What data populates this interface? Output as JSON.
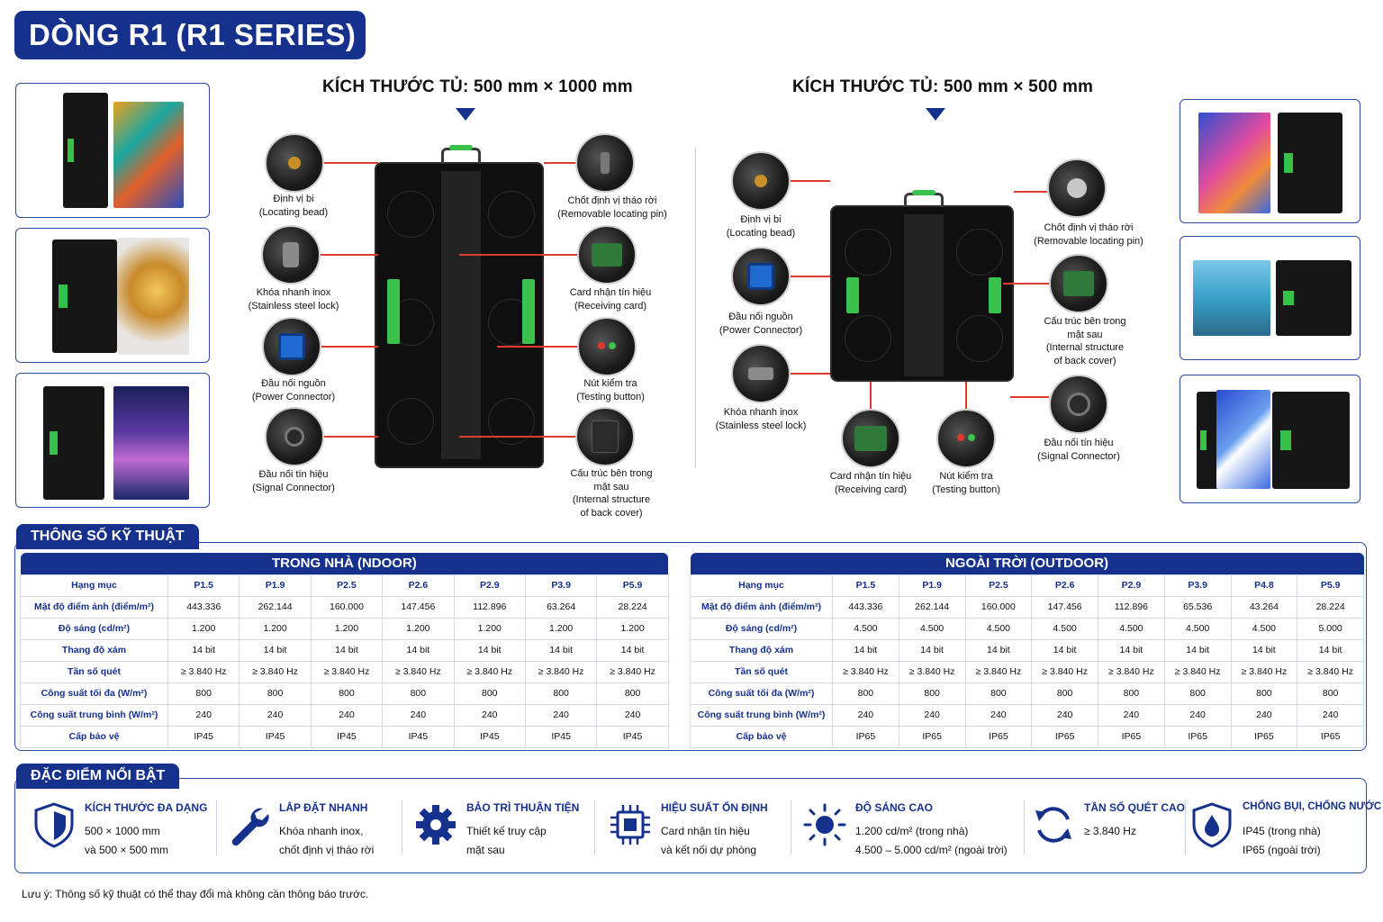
{
  "title": "DÒNG R1 (R1 SERIES)",
  "left_diagram": {
    "heading": "KÍCH THƯỚC TỦ: 500 mm × 1000 mm",
    "callouts": [
      {
        "vi": "Định vị bi",
        "en": "(Locating bead)",
        "icon": "locating-bead"
      },
      {
        "vi": "Khóa nhanh inox",
        "en": "(Stainless steel lock)",
        "icon": "stainless-lock"
      },
      {
        "vi": "Đầu nối nguồn",
        "en": "(Power Connector)",
        "icon": "power-connector"
      },
      {
        "vi": "Đầu nối tín hiệu",
        "en": "(Signal Connector)",
        "icon": "signal-connector"
      },
      {
        "vi": "Chốt định vị tháo rời",
        "en": "(Removable locating pin)",
        "icon": "locating-pin"
      },
      {
        "vi": "Card nhận tín hiệu",
        "en": "(Receiving card)",
        "icon": "receiving-card"
      },
      {
        "vi": "Nút kiểm tra",
        "en": "(Testing button)",
        "icon": "testing-button"
      },
      {
        "vi": "Cấu trúc bên trong",
        "vi2": "mặt sau",
        "en": "(Internal structure",
        "en2": "of back cover)",
        "icon": "internal-structure"
      }
    ]
  },
  "right_diagram": {
    "heading": "KÍCH THƯỚC TỦ: 500 mm × 500 mm",
    "callouts": [
      {
        "vi": "Định vị bi",
        "en": "(Locating bead)",
        "icon": "locating-bead"
      },
      {
        "vi": "Đầu nối nguồn",
        "en": "(Power Connector)",
        "icon": "power-connector"
      },
      {
        "vi": "Khóa nhanh inox",
        "en": "(Stainless steel lock)",
        "icon": "stainless-lock"
      },
      {
        "vi": "Card nhận tín hiệu",
        "en": "(Receiving card)",
        "icon": "receiving-card"
      },
      {
        "vi": "Nút kiểm tra",
        "en": "(Testing button)",
        "icon": "testing-button"
      },
      {
        "vi": "Chốt định vị tháo rời",
        "en": "(Removable locating pin)",
        "icon": "locating-pin"
      },
      {
        "vi": "Cấu trúc bên trong",
        "vi2": "mặt sau",
        "en": "(Internal structure",
        "en2": "of back cover)",
        "icon": "internal-structure"
      },
      {
        "vi": "Đầu nối tín hiệu",
        "en": "(Signal Connector)",
        "icon": "signal-connector"
      }
    ]
  },
  "specs_heading": "THÔNG SỐ KỸ THUẬT",
  "indoor": {
    "title": "TRONG NHÀ (NDOOR)",
    "header": [
      "Hạng mục",
      "P1.5",
      "P1.9",
      "P2.5",
      "P2.6",
      "P2.9",
      "P3.9",
      "P5.9"
    ],
    "rows": [
      [
        "Mật độ điểm ảnh (điểm/m²)",
        "443.336",
        "262.144",
        "160.000",
        "147.456",
        "112.896",
        "63.264",
        "28.224"
      ],
      [
        "Độ sáng (cd/m²)",
        "1.200",
        "1.200",
        "1.200",
        "1.200",
        "1.200",
        "1.200",
        "1.200"
      ],
      [
        "Thang độ xám",
        "14 bit",
        "14 bit",
        "14 bit",
        "14 bit",
        "14 bit",
        "14 bit",
        "14 bit"
      ],
      [
        "Tần số quét",
        "≥ 3.840 Hz",
        "≥ 3.840 Hz",
        "≥ 3.840 Hz",
        "≥ 3.840 Hz",
        "≥ 3.840 Hz",
        "≥ 3.840 Hz",
        "≥ 3.840 Hz"
      ],
      [
        "Công suất tối đa (W/m²)",
        "800",
        "800",
        "800",
        "800",
        "800",
        "800",
        "800"
      ],
      [
        "Công suất trung bình (W/m²)",
        "240",
        "240",
        "240",
        "240",
        "240",
        "240",
        "240"
      ],
      [
        "Cấp bảo vệ",
        "IP45",
        "IP45",
        "IP45",
        "IP45",
        "IP45",
        "IP45",
        "IP45"
      ]
    ]
  },
  "outdoor": {
    "title": "NGOÀI TRỜI (OUTDOOR)",
    "header": [
      "Hạng mục",
      "P1.5",
      "P1.9",
      "P2.5",
      "P2.6",
      "P2.9",
      "P3.9",
      "P4.8",
      "P5.9"
    ],
    "rows": [
      [
        "Mật độ điểm ảnh (điểm/m²)",
        "443.336",
        "262.144",
        "160.000",
        "147.456",
        "112.896",
        "65.536",
        "43.264",
        "28.224"
      ],
      [
        "Độ sáng (cd/m²)",
        "4.500",
        "4.500",
        "4.500",
        "4.500",
        "4.500",
        "4.500",
        "4.500",
        "5.000"
      ],
      [
        "Thang độ xám",
        "14 bit",
        "14 bit",
        "14 bit",
        "14 bit",
        "14 bit",
        "14 bit",
        "14 bit",
        "14 bit"
      ],
      [
        "Tần số quét",
        "≥ 3.840 Hz",
        "≥ 3.840 Hz",
        "≥ 3.840 Hz",
        "≥ 3.840 Hz",
        "≥ 3.840 Hz",
        "≥ 3.840 Hz",
        "≥ 3.840 Hz",
        "≥ 3.840 Hz"
      ],
      [
        "Công suất tối đa (W/m²)",
        "800",
        "800",
        "800",
        "800",
        "800",
        "800",
        "800",
        "800"
      ],
      [
        "Công suất trung bình (W/m²)",
        "240",
        "240",
        "240",
        "240",
        "240",
        "240",
        "240",
        "240"
      ],
      [
        "Cấp bảo vệ",
        "IP65",
        "IP65",
        "IP65",
        "IP65",
        "IP65",
        "IP65",
        "IP65",
        "IP65"
      ]
    ]
  },
  "features_heading": "ĐẶC ĐIỂM NỔI BẬT",
  "features": [
    {
      "title": "KÍCH THƯỚC ĐA DẠNG",
      "line1": "500 × 1000 mm",
      "line2": "và 500 × 500 mm",
      "icon": "shield-icon"
    },
    {
      "title": "LẮP ĐẶT NHANH",
      "line1": "Khóa nhanh inox,",
      "line2": "chốt định vị tháo rời",
      "icon": "wrench-icon"
    },
    {
      "title": "BẢO TRÌ THUẬN TIỆN",
      "line1": "Thiết kế truy cập",
      "line2": "mặt sau",
      "icon": "gear-icon"
    },
    {
      "title": "HIỆU SUẤT ỔN ĐỊNH",
      "line1": "Card nhận tín hiệu",
      "line2": "và kết nối dự phòng",
      "icon": "chip-icon"
    },
    {
      "title": "ĐỘ SÁNG CAO",
      "line1": "1.200 cd/m² (trong nhà)",
      "line2": "4.500 – 5.000 cd/m² (ngoài trời)",
      "icon": "sun-icon"
    },
    {
      "title": "TẦN SỐ QUÉT CAO",
      "line1": "≥ 3.840 Hz",
      "line2": "",
      "icon": "refresh-icon"
    },
    {
      "title": "CHỐNG BỤI, CHỐNG NƯỚC",
      "line1": "IP45 (trong nhà)",
      "line2": "IP65 (ngoài trời)",
      "icon": "water-shield-icon"
    }
  ],
  "note": "Lưu ý: Thông số kỹ thuật có thể thay đổi mà không cần thông báo trước.",
  "colors": {
    "brand": "#16318c",
    "accent_green": "#3ac24c",
    "leader_red": "#e03a2c"
  }
}
